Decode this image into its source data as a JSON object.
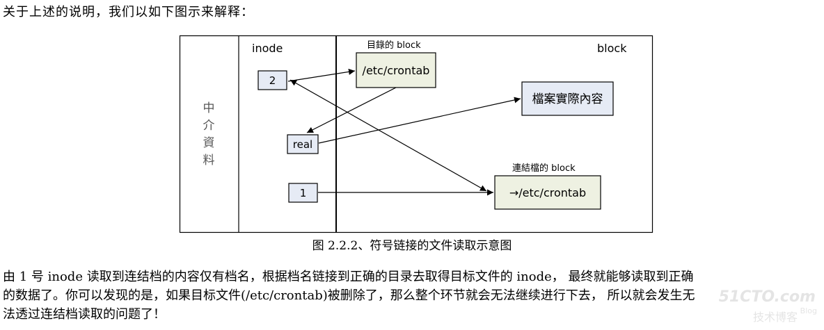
{
  "intro": "关于上述的说明，我们以如下图示来解释：",
  "figure": {
    "left_panel_label": "中介資料",
    "inode_header": "inode",
    "block_header": "block",
    "dir_block_label": "目錄的 block",
    "link_block_label": "連結檔的 block",
    "inode_boxes": [
      "2",
      "real",
      "1"
    ],
    "dir_block_text": "/etc/crontab",
    "content_block_text": "檔案實際內容",
    "link_block_text": "→/etc/crontab",
    "colors": {
      "inode_fill": "#e6ebf5",
      "block_fill": "#eef1e2",
      "line": "#000000"
    }
  },
  "caption": "图 2.2.2、符号链接的文件读取示意图",
  "paragraph": [
    "由 1 号 inode 读取到连结档的内容仅有档名，根据档名链接到正确的目录去取得目标文件的 inode， 最终就能够读取到正确",
    "的数据了。你可以发现的是，如果目标文件(/etc/crontab)被删除了，那么整个环节就会无法继续进行下去， 所以就会发生无",
    "法透过连结档读取的问题了！"
  ],
  "watermark": {
    "site": "51CTO.com",
    "text": "技术博客",
    "blog": "Blog"
  }
}
